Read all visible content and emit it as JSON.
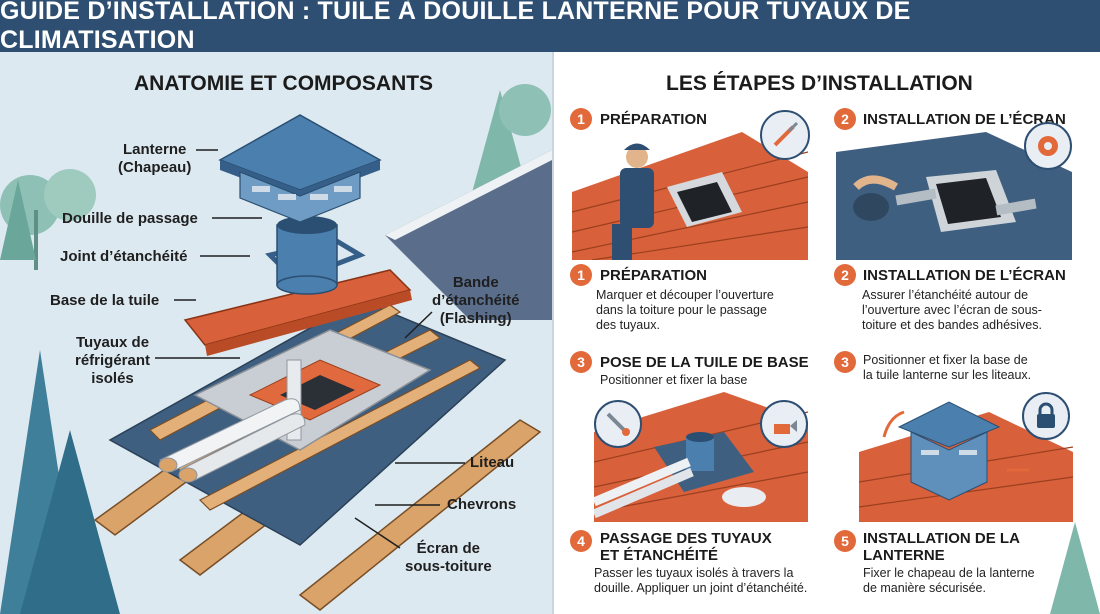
{
  "title": "GUIDE D’INSTALLATION : TUILE À DOUILLE LANTERNE POUR TUYAUX DE CLIMATISATION",
  "anatomy": {
    "title": "ANATOMIE ET COMPOSANTS",
    "labels": {
      "lanterne": "Lanterne\n(Chapeau)",
      "douille": "Douille de passage",
      "joint": "Joint d’étanchéité",
      "base": "Base de la tuile",
      "tuyaux": "Tuyaux de\nréfrigérant\nisolés",
      "bande": "Bande\nd’étanchéité\n(Flashing)",
      "liteau": "Liteau",
      "chevrons": "Chevrons",
      "ecran": "Écran de\nsous-toiture"
    }
  },
  "steps": {
    "title": "LES ÉTAPES D’INSTALLATION",
    "items": [
      {
        "num": "1",
        "heading": "PRÉPARATION",
        "heading2": "PRÉPARATION",
        "desc": "Marquer et découper l’ouverture\ndans la toiture pour le passage\ndes tuyaux."
      },
      {
        "num": "2",
        "heading": "INSTALLATION DE L’ÉCRAN",
        "heading2": "INSTALLATION DE L’ÉCRAN",
        "desc": "Assurer l’étanchéité autour de\nl’ouverture avec l’écran de sous-\ntoiture et des bandes adhésives."
      },
      {
        "num": "3",
        "heading": "POSE DE LA TUILE DE BASE",
        "desc": "Positionner et fixer la base"
      },
      {
        "num": "3",
        "desc": "Positionner et fixer la base de\nla tuile lanterne sur les liteaux."
      },
      {
        "num": "4",
        "heading": "PASSAGE DES TUYAUX\nET ÉTANCHÉITÉ",
        "desc": "Passer les tuyaux isolés à travers la\ndouille. Appliquer un joint d’étanchéité."
      },
      {
        "num": "5",
        "heading": "INSTALLATION DE LA\nLANTERNE",
        "desc": "Fixer le chapeau de la lanterne\nde manière sécurisée."
      }
    ]
  },
  "colors": {
    "header": "#2e4f72",
    "accent": "#e2693a",
    "tile": "#d8603a",
    "metal": "#4a7fae",
    "wood": "#d9a36a",
    "membrane": "#3f5f80"
  },
  "icons": [
    "knife-icon",
    "tape-icon",
    "cutter-icon",
    "sealant-icon",
    "padlock-icon",
    "tree-icon"
  ]
}
